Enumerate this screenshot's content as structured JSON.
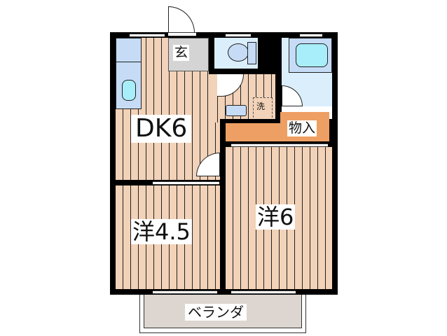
{
  "floorplan": {
    "rooms": [
      {
        "id": "entrance",
        "label": "玄"
      },
      {
        "id": "dk",
        "label": "DK6"
      },
      {
        "id": "storage",
        "label": "物入"
      },
      {
        "id": "western_room_1",
        "label": "洋4.5"
      },
      {
        "id": "western_room_2",
        "label": "洋6"
      },
      {
        "id": "washer",
        "label": "洗"
      },
      {
        "id": "balcony",
        "label": "ベランダ"
      }
    ],
    "colors": {
      "floor": "#f2d2b8",
      "wet_area": "#c6dcf6",
      "storage": "#ee9f63",
      "wall": "#000000",
      "balcony": "#ddd6d0"
    }
  }
}
